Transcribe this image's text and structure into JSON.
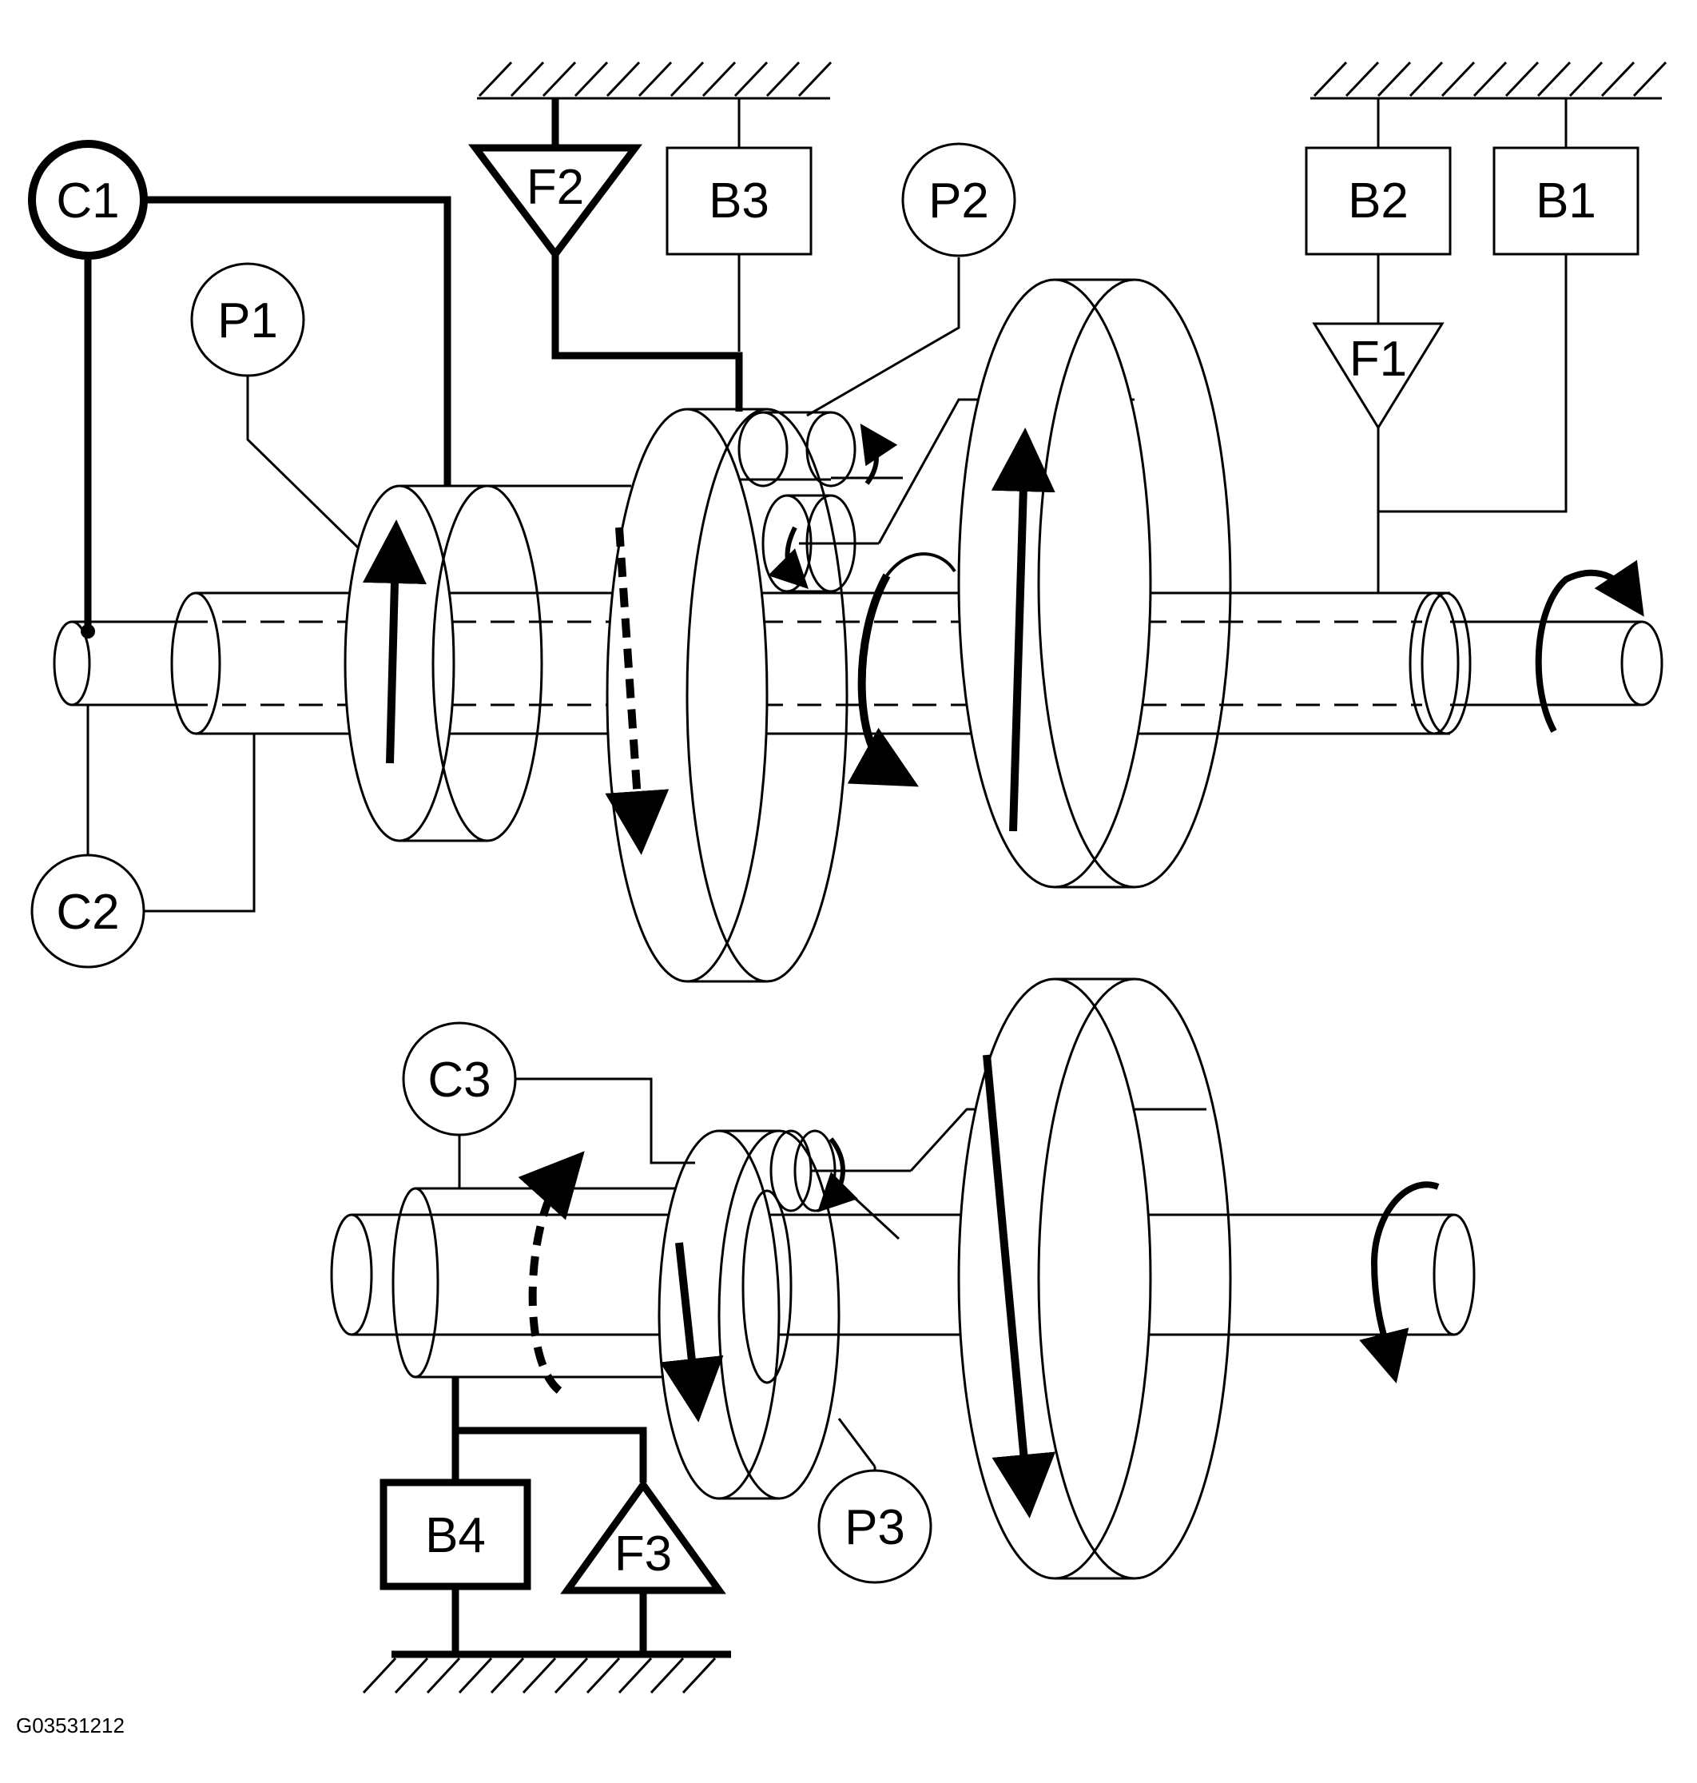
{
  "diagram": {
    "components": {
      "C1": "C1",
      "C2": "C2",
      "C3": "C3",
      "P1": "P1",
      "P2": "P2",
      "P3": "P3",
      "B1": "B1",
      "B2": "B2",
      "B3": "B3",
      "B4": "B4",
      "F1": "F1",
      "F2": "F2",
      "F3": "F3"
    },
    "figure_code": "G03531212"
  }
}
